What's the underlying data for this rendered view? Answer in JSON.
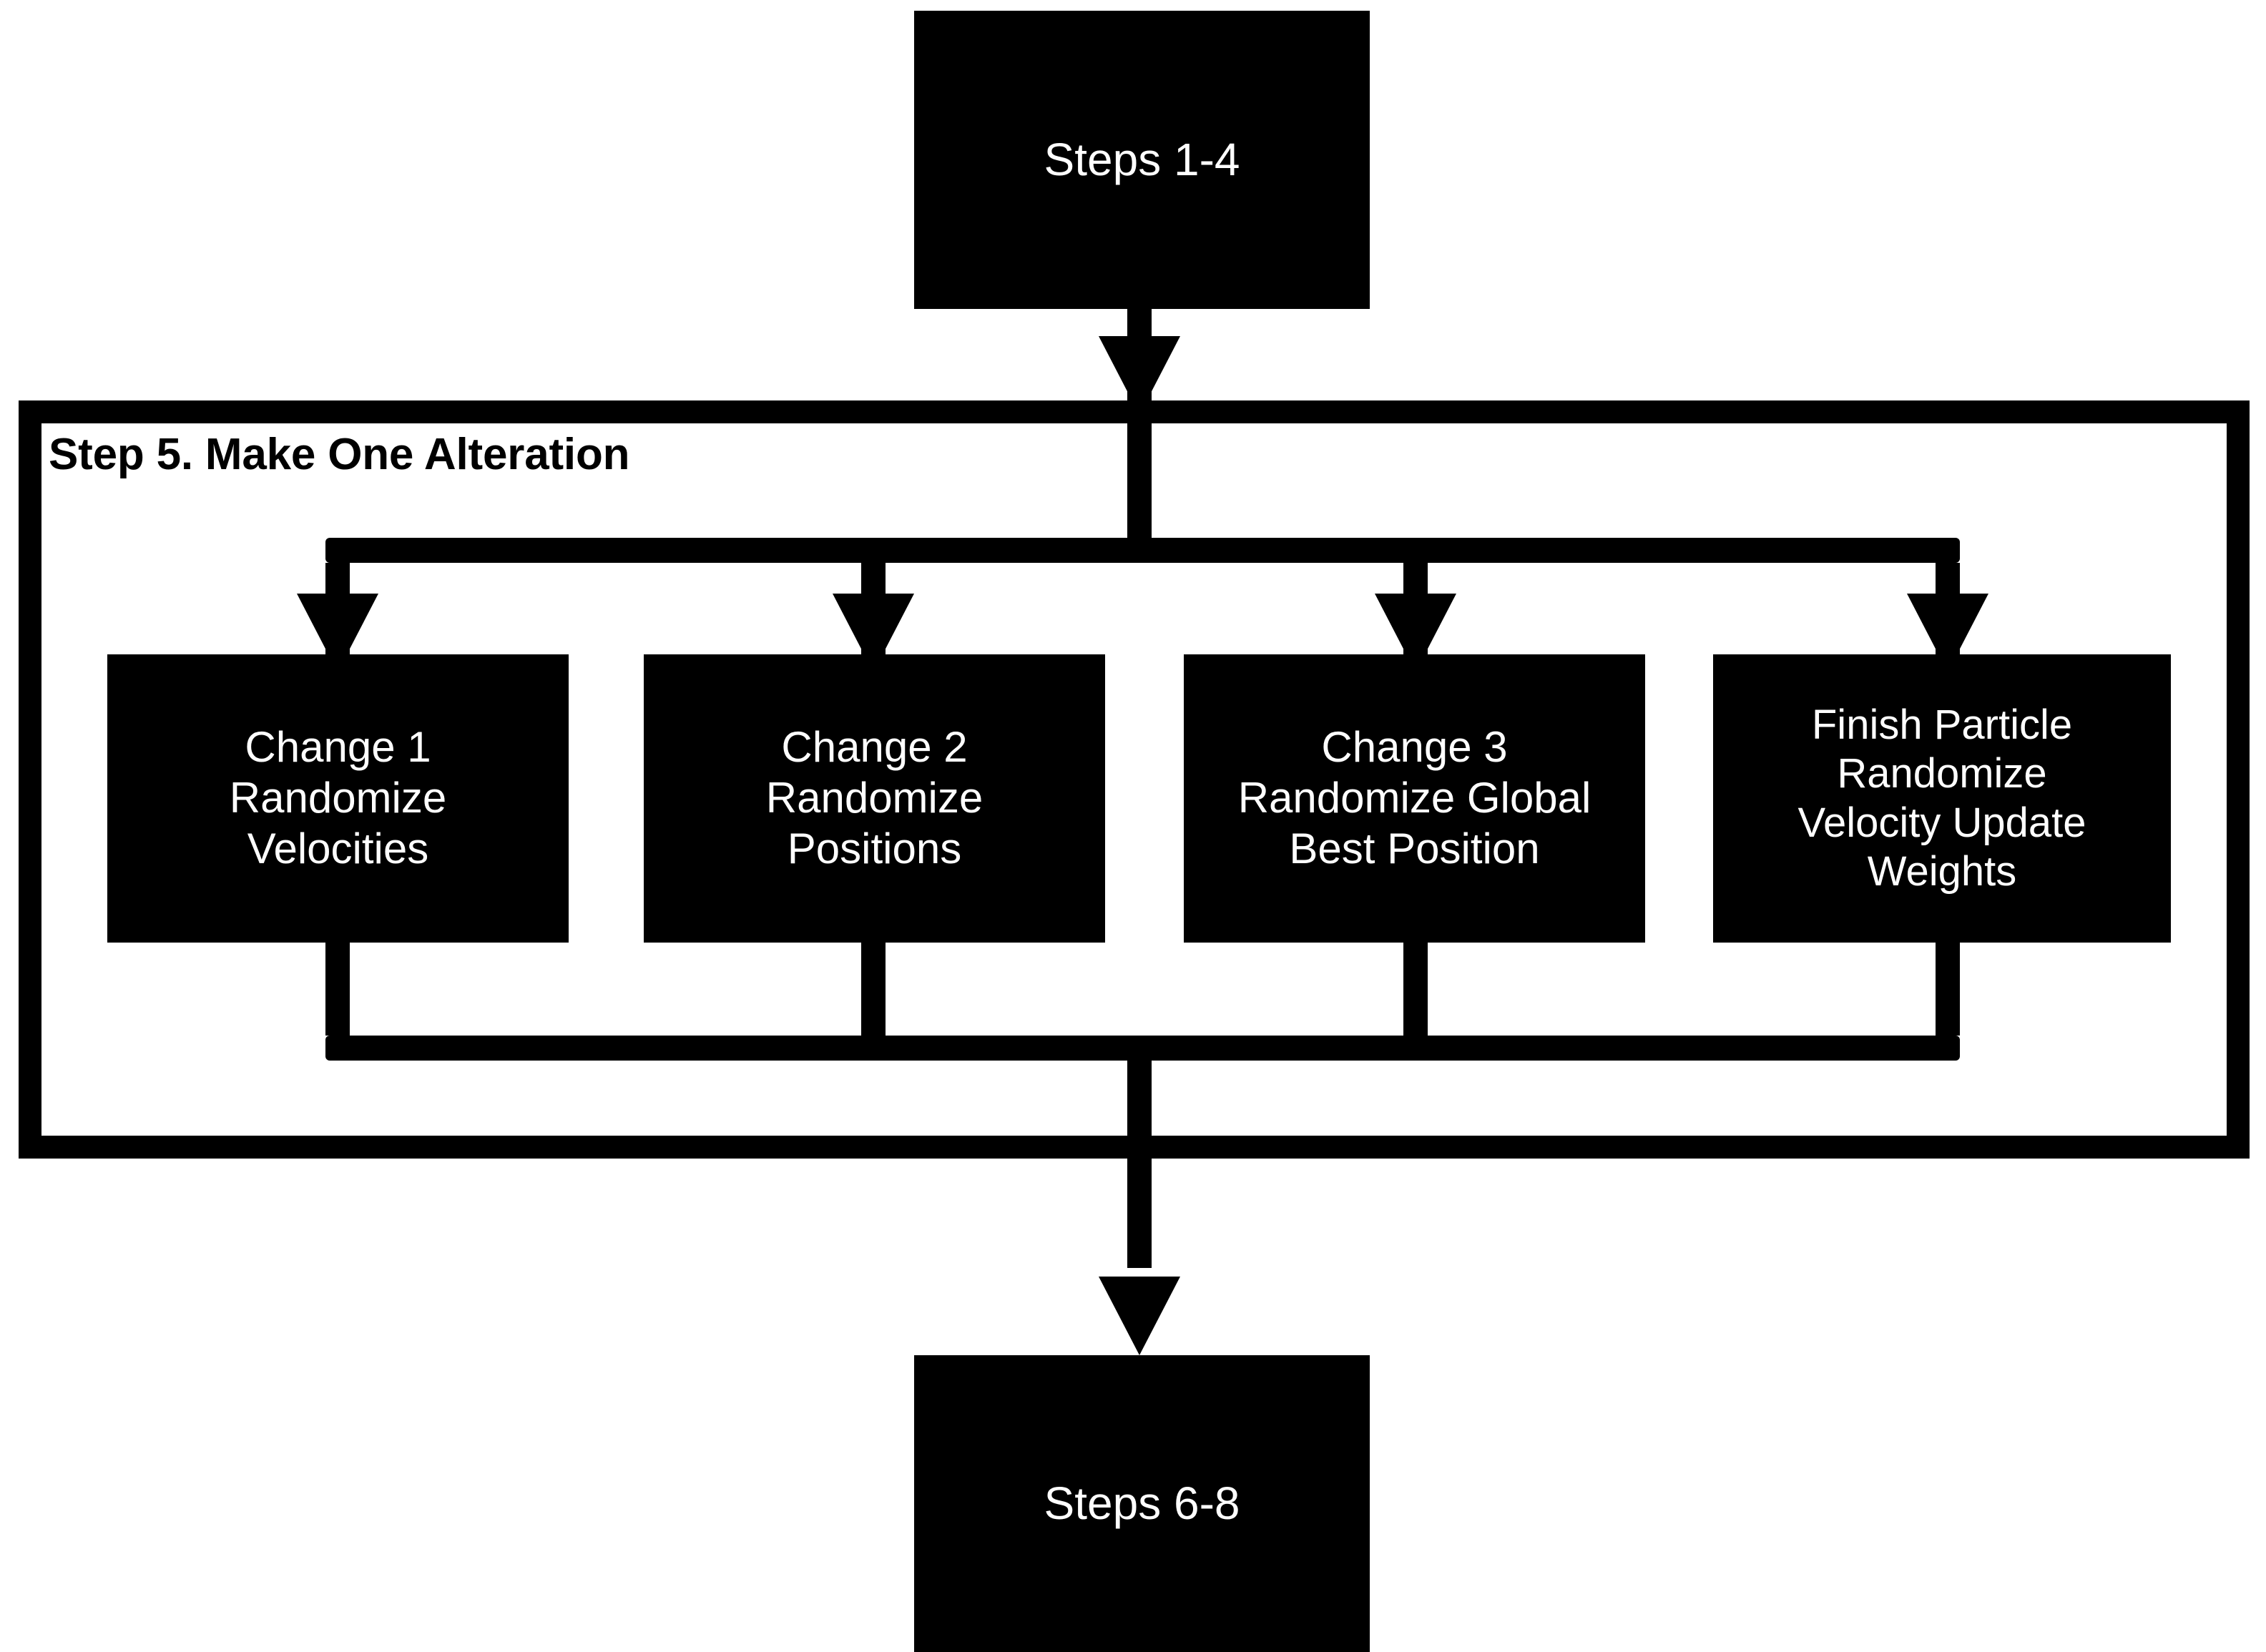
{
  "diagram": {
    "title_label": "Step 5. Make One Alteration",
    "nodes": {
      "start": {
        "label": "Steps 1-4"
      },
      "end": {
        "label": "Steps 6-8"
      },
      "change1": {
        "lines": [
          "Change 1",
          "Randomize",
          "Velocities"
        ]
      },
      "change2": {
        "lines": [
          "Change 2",
          "Randomize",
          "Positions"
        ]
      },
      "change3": {
        "lines": [
          "Change 3",
          "Randomize Global",
          "Best Position"
        ]
      },
      "change4": {
        "lines": [
          "Finish Particle",
          "Randomize",
          "Velocity Update",
          "Weights"
        ]
      }
    },
    "colors": {
      "node_fill": "#000000",
      "node_text": "#ffffff",
      "frame_border": "#000000",
      "background": "#ffffff",
      "connector": "#000000"
    }
  }
}
